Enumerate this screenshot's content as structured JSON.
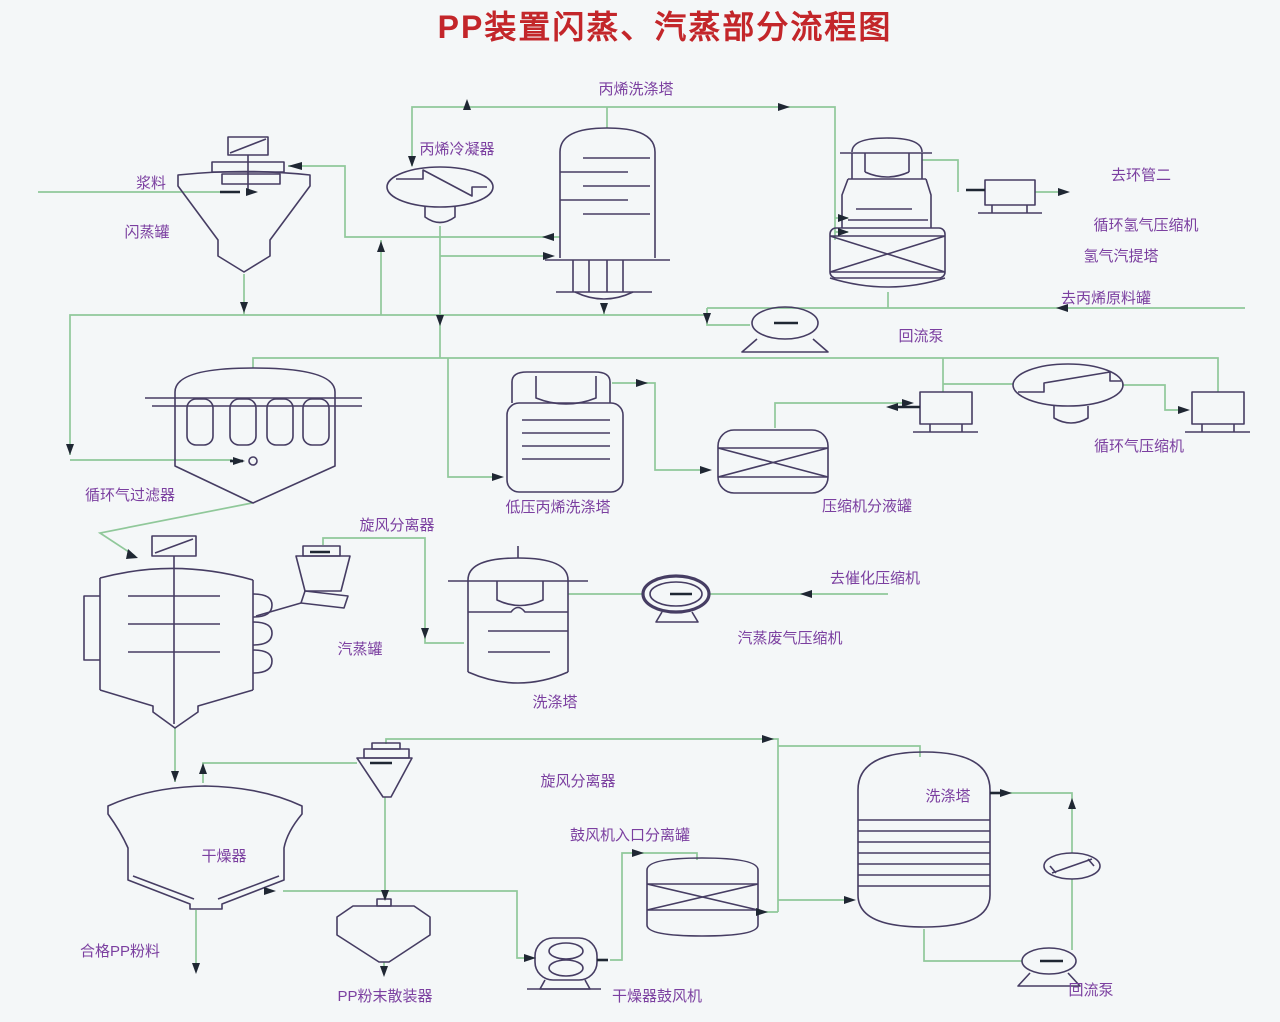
{
  "title": "PP装置闪蒸、汽蒸部分流程图",
  "colors": {
    "background": "#f4f7f8",
    "pipe_green": "#90c89a",
    "equipment_purple": "#463d63",
    "arrow_dark": "#1f2733",
    "label_purple": "#7b3fa0",
    "title_red": "#c3262a"
  },
  "labels": {
    "feed_slurry": "浆料",
    "flash_tank": "闪蒸罐",
    "propylene_condenser": "丙烯冷凝器",
    "propylene_wash_tower": "丙烯洗涤塔",
    "to_loop_pipe_2": "去环管二",
    "recycle_h2_compressor": "循环氢气压缩机",
    "h2_stripping_tower": "氢气汽提塔",
    "to_propylene_feed_tank": "去丙烯原料罐",
    "reflux_pump_top": "回流泵",
    "recycle_gas_filter": "循环气过滤器",
    "lp_propylene_wash_tower": "低压丙烯洗涤塔",
    "compressor_ko_drum": "压缩机分液罐",
    "recycle_gas_compressor": "循环气压缩机",
    "cyclone_separator_mid": "旋风分离器",
    "steaming_tank": "汽蒸罐",
    "wash_tower_mid": "洗涤塔",
    "steam_offgas_compressor": "汽蒸废气压缩机",
    "to_catalytic_compressor": "去催化压缩机",
    "dryer": "干燥器",
    "qualified_pp_powder": "合格PP粉料",
    "pp_powder_bulk_unit": "PP粉末散装器",
    "cyclone_separator_bottom": "旋风分离器",
    "blower_inlet_separator_drum": "鼓风机入口分离罐",
    "dryer_blower": "干燥器鼓风机",
    "wash_tower_bottom_right": "洗涤塔",
    "reflux_pump_bottom": "回流泵"
  }
}
